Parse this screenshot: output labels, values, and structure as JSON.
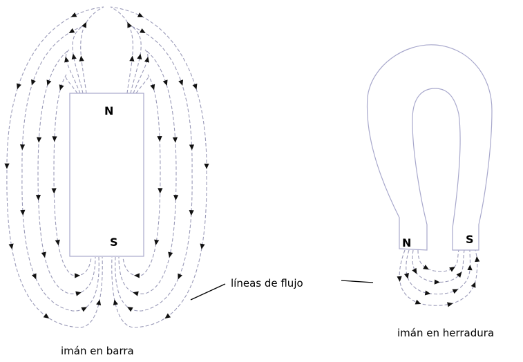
{
  "bar_magnet": {
    "north_label": "N",
    "south_label": "S",
    "caption": "imán en barra"
  },
  "horseshoe_magnet": {
    "north_label": "N",
    "south_label": "S",
    "caption": "imán en herradura"
  },
  "flux_label": "líneas de flujo",
  "colors": {
    "magnet_outline": "#a8a8cc",
    "field_line": "#9a9ab8",
    "arrow": "#111111"
  }
}
